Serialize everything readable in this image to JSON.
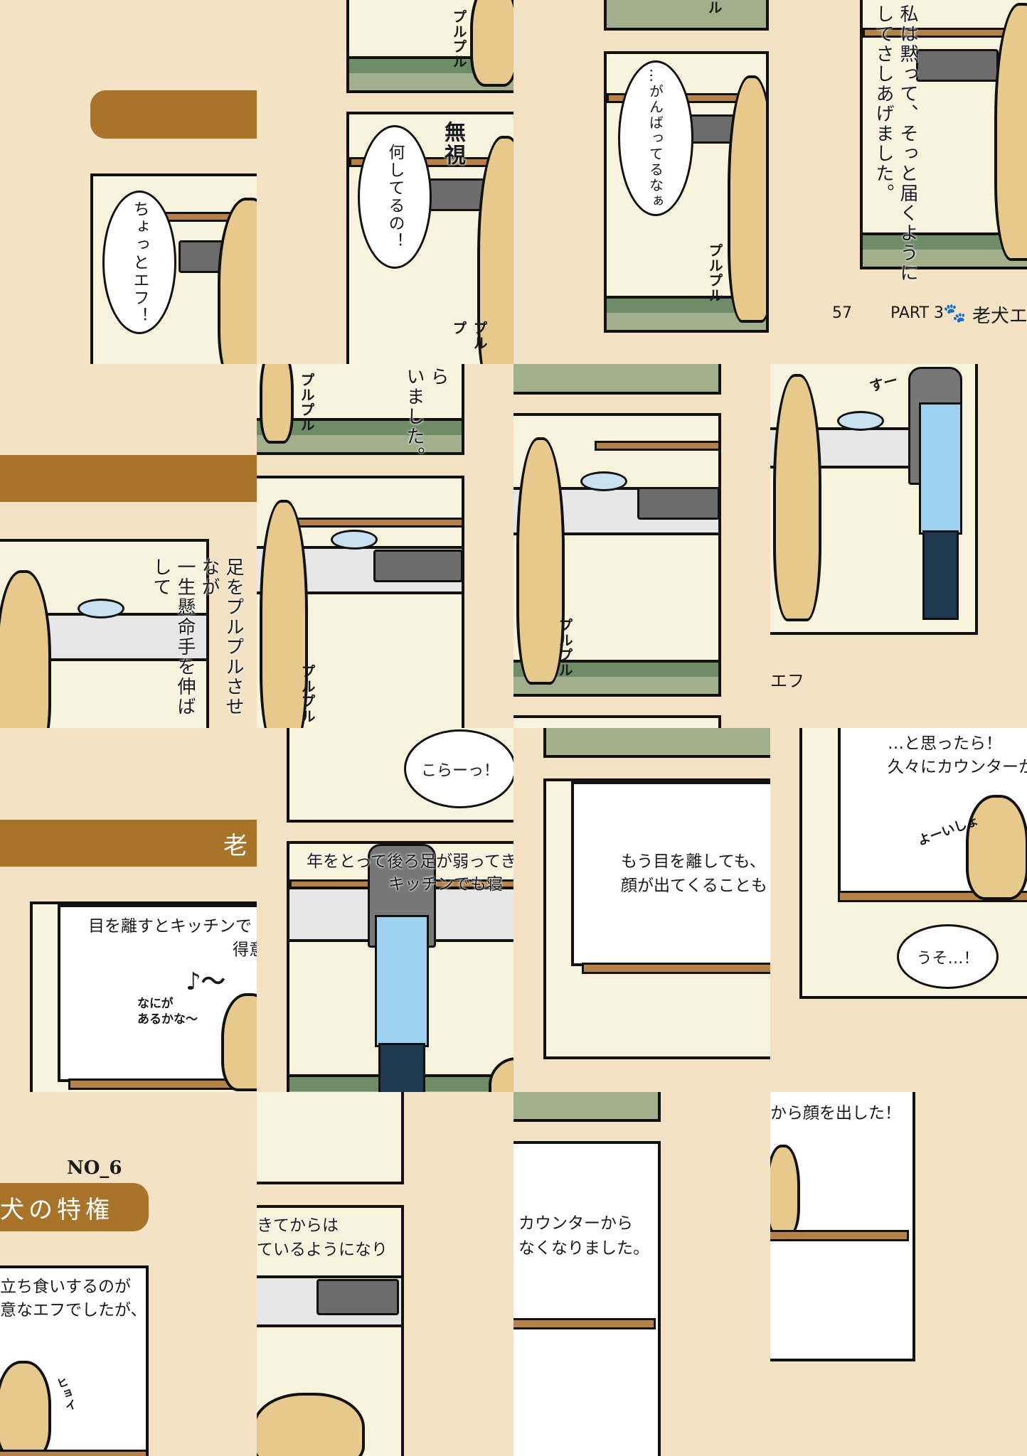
{
  "colors": {
    "background": "#f3e2c4",
    "brand_brown": "#a8742a",
    "panel": "#f8f3dc",
    "floor": "#6f8c68",
    "dog": "#e8c98d",
    "apron": "#9fd0f0"
  },
  "tiles": {
    "t00": {
      "bubble": "ちょっとエフ！"
    },
    "t01": {
      "sfx_top": "プルプル",
      "sfx_ignore": "無視",
      "bubble": "何してるの！",
      "sfx_bottom": "プルプ"
    },
    "t02": {
      "sfx_top": "ル",
      "bubble": "…がんばってるなぁ",
      "sfx": "プルプル"
    },
    "t03": {
      "narration_col1": "私は黙って、そっと届くように",
      "narration_col2": "してさしあげました。",
      "page_number": "57",
      "part": "PART 3",
      "section": "老犬エ"
    },
    "t10": {
      "narration_col1": "足をプルプルさせなが",
      "narration_col2": "一生懸命手を伸ばして"
    },
    "t11": {
      "narration_col1": "ら",
      "narration_col2": "いました。",
      "sfx_top": "プルプル",
      "sfx_bottom": "プルプル"
    },
    "t12": {
      "sfx": "プルプル"
    },
    "t13": {
      "sfx": "すー",
      "footer": "エフ"
    },
    "t20": {
      "header": "老",
      "narration_line1": "目を離すとキッチンで",
      "narration_line2": "得意",
      "note": "♪～",
      "dog_line1": "なにが",
      "dog_line2": "あるかな～"
    },
    "t21": {
      "bubble": "こらーっ！",
      "narration_line1": "年をとって後ろ足が弱ってき",
      "narration_line2": "キッチンでも寝"
    },
    "t22": {
      "narration_line1": "もう目を離しても、",
      "narration_line2": "顔が出てくることも"
    },
    "t23": {
      "narration_line1": "…と思ったら！",
      "narration_line2": "久々にカウンターか",
      "sfx": "よーいしょ",
      "bubble": "うそ…！"
    },
    "t30": {
      "number": "NO_6",
      "title": "犬の特権",
      "narration_line1": "立ち食いするのが",
      "narration_line2": "意なエフでしたが、",
      "sfx": "ヒョイ"
    },
    "t31": {
      "narration_line1": "きてからは",
      "narration_line2": "ているようになり"
    },
    "t32": {
      "narration_line1": "カウンターから",
      "narration_line2": "なくなりました。"
    },
    "t33": {
      "narration_line1": "から顔を出した！"
    }
  }
}
